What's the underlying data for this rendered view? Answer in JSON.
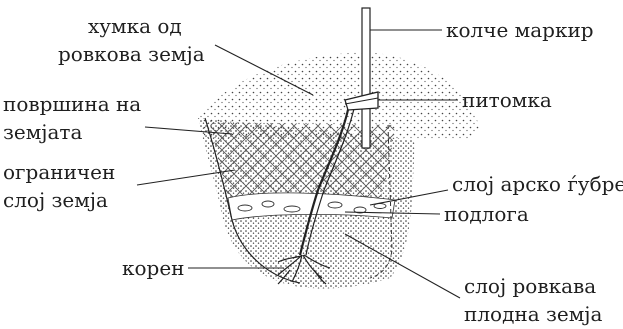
{
  "labels": {
    "mound": [
      "хумка од",
      "ровкова земја"
    ],
    "surface": [
      "површина на",
      "земјата"
    ],
    "limited_soil": [
      "ограничен",
      "слој земја"
    ],
    "root": "корен",
    "marker_stake": "колче маркир",
    "seedling": "питомка",
    "manure_layer": "слој арско ѓубре",
    "substrate": "подлога",
    "fertile_soil": [
      "слој ровкава",
      "плодна земја"
    ]
  },
  "colors": {
    "ink": "#1f1f1f",
    "background": "#ffffff"
  }
}
